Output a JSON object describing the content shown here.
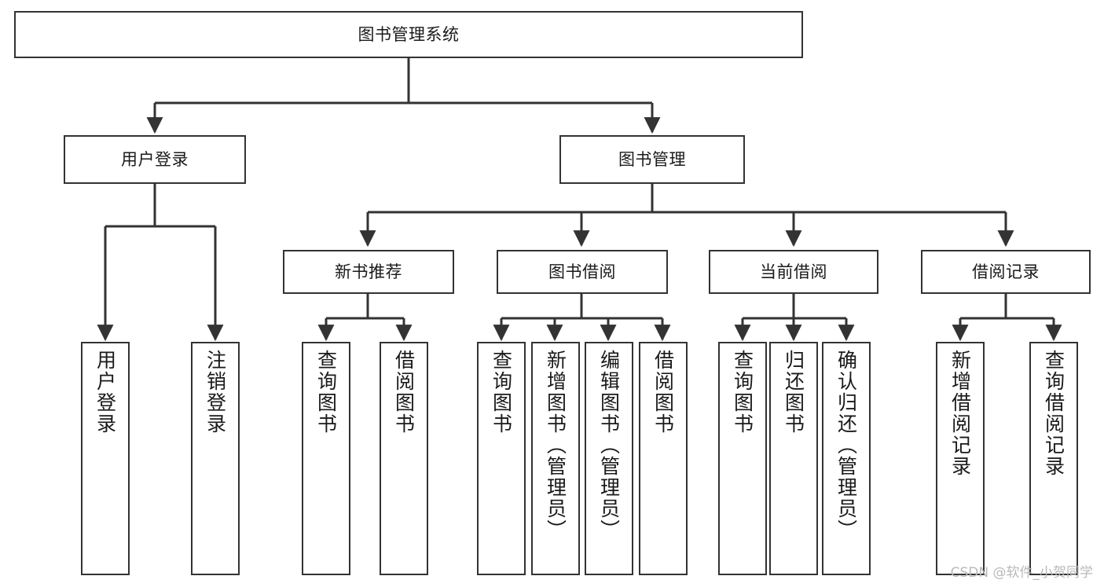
{
  "diagram": {
    "type": "tree",
    "title": "图书管理系统",
    "orientation": "top-down",
    "colors": {
      "background": "#ffffff",
      "node_border": "#333333",
      "node_fill": "#ffffff",
      "connector": "#333333",
      "text": "#1a1a1a",
      "watermark": "#b9b9b9"
    },
    "root": {
      "label": "图书管理系统"
    },
    "level1": [
      {
        "label": "用户登录"
      },
      {
        "label": "图书管理"
      }
    ],
    "level2": [
      {
        "label": "新书推荐"
      },
      {
        "label": "图书借阅"
      },
      {
        "label": "当前借阅"
      },
      {
        "label": "借阅记录"
      }
    ],
    "leaves": {
      "user_login": [
        {
          "label": "用户登录"
        },
        {
          "label": "注销登录"
        }
      ],
      "new_book_recommend": [
        {
          "label": "查询图书"
        },
        {
          "label": "借阅图书"
        }
      ],
      "book_borrow": [
        {
          "label": "查询图书"
        },
        {
          "label": "新增图书（管理员）"
        },
        {
          "label": "编辑图书（管理员）"
        },
        {
          "label": "借阅图书"
        }
      ],
      "current_borrow": [
        {
          "label": "查询图书"
        },
        {
          "label": "归还图书"
        },
        {
          "label": "确认归还（管理员）"
        }
      ],
      "borrow_record": [
        {
          "label": "新增借阅记录"
        },
        {
          "label": "查询借阅记录"
        }
      ]
    }
  },
  "watermark": {
    "text": "CSDN @软件_小贺同学"
  }
}
